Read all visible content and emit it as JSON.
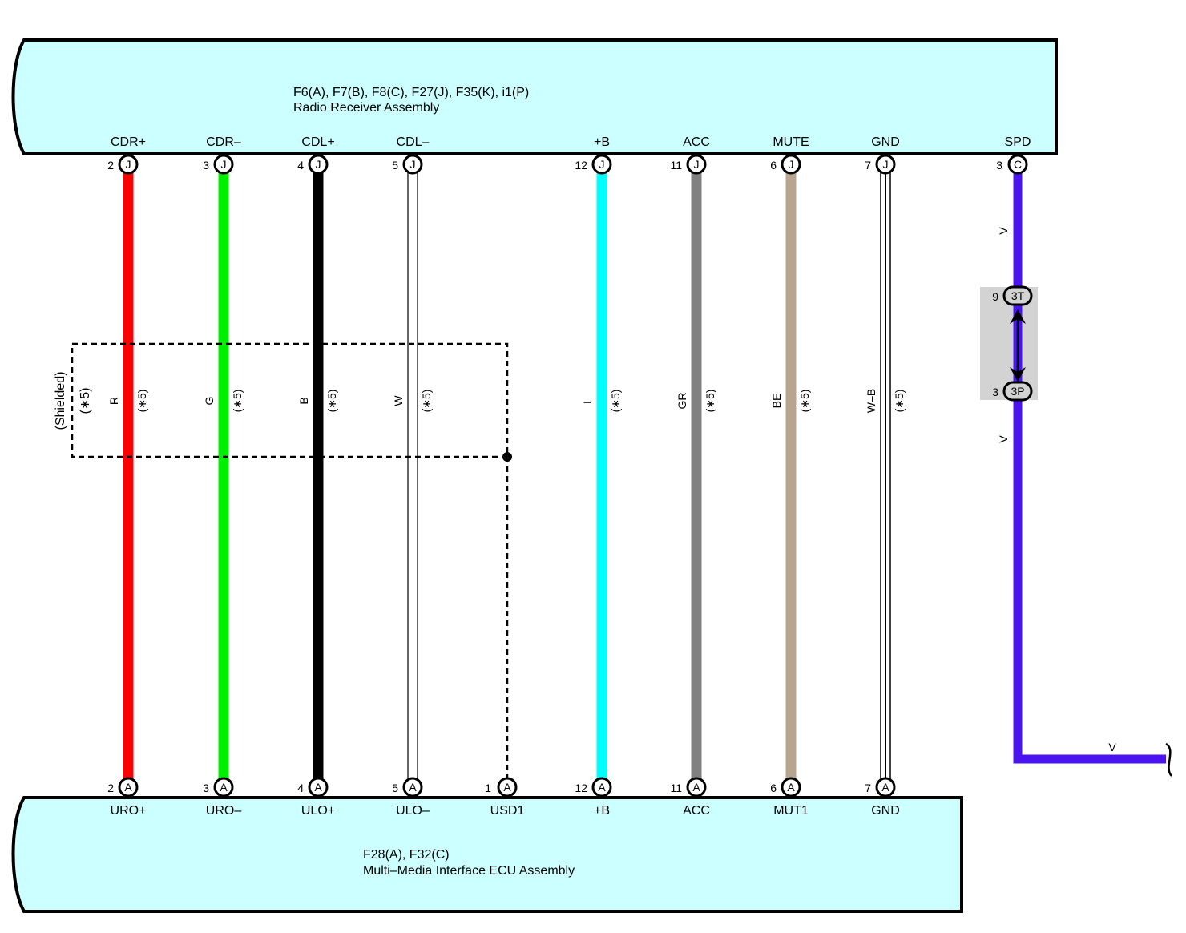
{
  "top_component": {
    "connectors": "F6(A), F7(B), F8(C), F27(J), F35(K), i1(P)",
    "name": "Radio Receiver Assembly"
  },
  "bottom_component": {
    "connectors": "F28(A), F32(C)",
    "name": "Multi–Media Interface ECU Assembly"
  },
  "shield_label": "(Shielded)",
  "shield_note": "(∗5)",
  "wires": [
    {
      "top_terminal": "CDR+",
      "top_pin": "2",
      "top_conn": "J",
      "bottom_terminal": "URO+",
      "bottom_pin": "2",
      "bottom_conn": "A",
      "color_code": "R",
      "note": "(∗5)",
      "color": "#ff0000"
    },
    {
      "top_terminal": "CDR–",
      "top_pin": "3",
      "top_conn": "J",
      "bottom_terminal": "URO–",
      "bottom_pin": "3",
      "bottom_conn": "A",
      "color_code": "G",
      "note": "(∗5)",
      "color": "#00ee00"
    },
    {
      "top_terminal": "CDL+",
      "top_pin": "4",
      "top_conn": "J",
      "bottom_terminal": "ULO+",
      "bottom_pin": "4",
      "bottom_conn": "A",
      "color_code": "B",
      "note": "(∗5)",
      "color": "#000000"
    },
    {
      "top_terminal": "CDL–",
      "top_pin": "5",
      "top_conn": "J",
      "bottom_terminal": "ULO–",
      "bottom_pin": "5",
      "bottom_conn": "A",
      "color_code": "W",
      "note": "(∗5)",
      "color": "#ffffff"
    },
    {
      "top_terminal": "+B",
      "top_pin": "12",
      "top_conn": "J",
      "bottom_terminal": "+B",
      "bottom_pin": "12",
      "bottom_conn": "A",
      "color_code": "L",
      "note": "(∗5)",
      "color": "#00ffff"
    },
    {
      "top_terminal": "ACC",
      "top_pin": "11",
      "top_conn": "J",
      "bottom_terminal": "ACC",
      "bottom_pin": "11",
      "bottom_conn": "A",
      "color_code": "GR",
      "note": "(∗5)",
      "color": "#808080"
    },
    {
      "top_terminal": "MUTE",
      "top_pin": "6",
      "top_conn": "J",
      "bottom_terminal": "MUT1",
      "bottom_pin": "6",
      "bottom_conn": "A",
      "color_code": "BE",
      "note": "(∗5)",
      "color": "#b8a590"
    },
    {
      "top_terminal": "GND",
      "top_pin": "7",
      "top_conn": "J",
      "bottom_terminal": "GND",
      "bottom_pin": "7",
      "bottom_conn": "A",
      "color_code": "W–B",
      "note": "(∗5)",
      "color": "#ffffff"
    }
  ],
  "shield_drain": {
    "bottom_terminal": "USD1",
    "bottom_pin": "1",
    "bottom_conn": "A"
  },
  "speed_wire": {
    "top_terminal": "SPD",
    "top_pin": "3",
    "top_conn": "C",
    "color_code": "V",
    "color": "#4a14f0",
    "junction_upper_pin": "9",
    "junction_upper": "3T",
    "junction_lower_pin": "3",
    "junction_lower": "3P"
  }
}
